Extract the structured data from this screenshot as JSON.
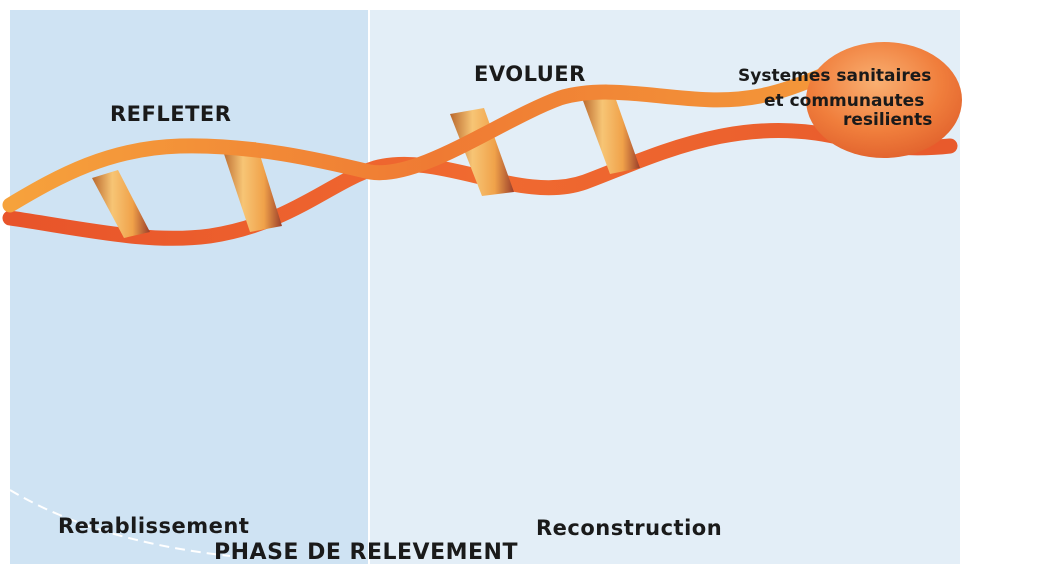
{
  "stages": {
    "reflect": "REFLETER",
    "evolve": "EVOLUER"
  },
  "outcome": {
    "lines": [
      "Systemes sanitaires",
      "et communautes",
      "resilients"
    ]
  },
  "zones": {
    "left": "Retablissement",
    "right": "Reconstruction"
  },
  "phase_title": "PHASE DE RELEVEMENT",
  "colors": {
    "left_panel": "#cfe3f3",
    "right_panel": "#e3eef7",
    "strand_light": "#f39a35",
    "strand_dark": "#e85f2c",
    "rung": "#f0b060",
    "outcome_bubble": "#f07a3a"
  }
}
